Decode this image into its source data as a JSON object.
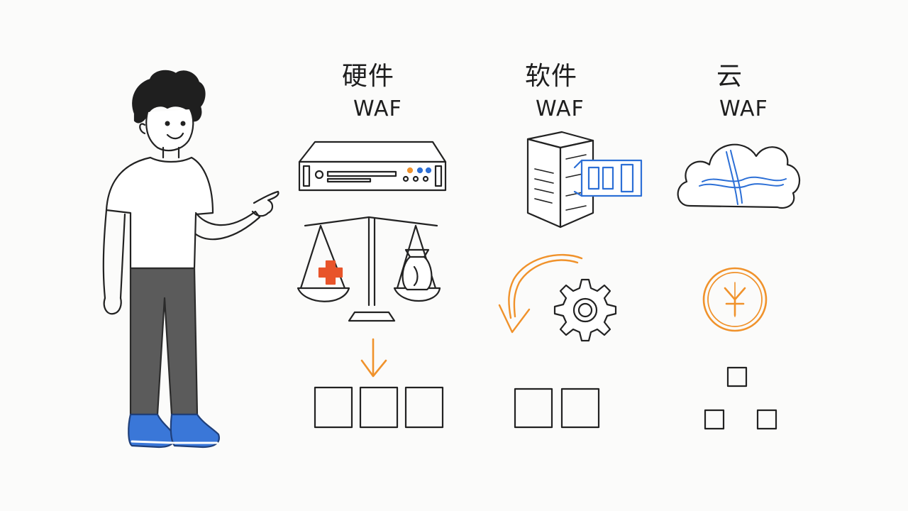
{
  "columns": [
    {
      "id": "hardware",
      "title": "硬件",
      "subtitle": "WAF"
    },
    {
      "id": "software",
      "title": "软件",
      "subtitle": "WAF"
    },
    {
      "id": "cloud",
      "title": "云",
      "subtitle": "WAF"
    }
  ],
  "colors": {
    "ink": "#222222",
    "accent_orange": "#f0922b",
    "accent_red": "#e8542a",
    "accent_blue": "#2c6fd6",
    "pants": "#5b5b5b",
    "shoes": "#3a77d8"
  },
  "icons": [
    "person-pointing",
    "server-rack-icon",
    "balance-scale-icon",
    "medical-cross-icon",
    "money-bag-icon",
    "down-arrow-icon",
    "tower-pc-icon",
    "usb-drive-icon",
    "cloud-icon",
    "curved-arrow-icon",
    "gear-icon",
    "coin-icon"
  ]
}
